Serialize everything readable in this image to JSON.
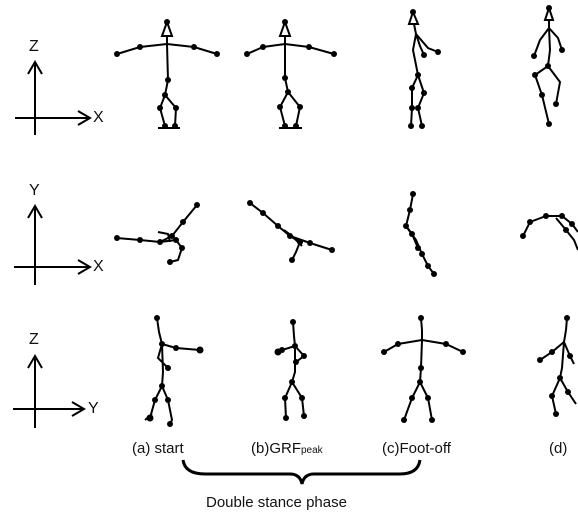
{
  "axes": [
    {
      "vertical": "Z",
      "horizontal": "X"
    },
    {
      "vertical": "Y",
      "horizontal": "X"
    },
    {
      "vertical": "Z",
      "horizontal": "Y"
    }
  ],
  "captions": [
    {
      "text": "(a) start"
    },
    {
      "text": "(b)GRF",
      "sub": "peak"
    },
    {
      "text": "(c)Foot-off"
    },
    {
      "text": "(d)"
    }
  ],
  "phase_label": "Double stance phase"
}
